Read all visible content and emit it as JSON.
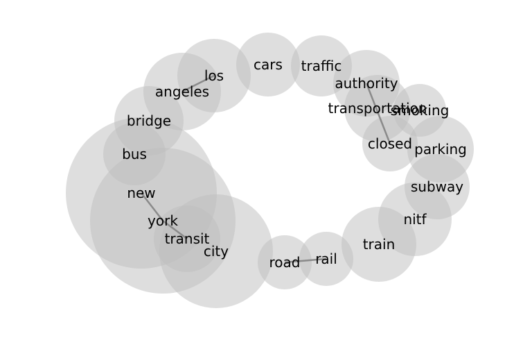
{
  "diagram": {
    "terms": [
      {
        "id": "los",
        "label": "los"
      },
      {
        "id": "angeles",
        "label": "angeles"
      },
      {
        "id": "cars",
        "label": "cars"
      },
      {
        "id": "traffic",
        "label": "traffic"
      },
      {
        "id": "authority",
        "label": "authority"
      },
      {
        "id": "transportation",
        "label": "transportation"
      },
      {
        "id": "smoking",
        "label": "smoking"
      },
      {
        "id": "closed",
        "label": "closed"
      },
      {
        "id": "parking",
        "label": "parking"
      },
      {
        "id": "subway",
        "label": "subway"
      },
      {
        "id": "nitf",
        "label": "nitf"
      },
      {
        "id": "train",
        "label": "train"
      },
      {
        "id": "rail",
        "label": "rail"
      },
      {
        "id": "road",
        "label": "road"
      },
      {
        "id": "city",
        "label": "city"
      },
      {
        "id": "transit",
        "label": "transit"
      },
      {
        "id": "york",
        "label": "york"
      },
      {
        "id": "new",
        "label": "new"
      },
      {
        "id": "bus",
        "label": "bus"
      },
      {
        "id": "bridge",
        "label": "bridge"
      }
    ],
    "links": [
      [
        "los",
        "angeles"
      ],
      [
        "authority",
        "closed"
      ],
      [
        "road",
        "rail"
      ],
      [
        "new",
        "york"
      ],
      [
        "york",
        "transit"
      ]
    ],
    "colors": {
      "bubble": "#bdbdbd",
      "link": "#8a8a8a",
      "text": "#000000"
    }
  }
}
